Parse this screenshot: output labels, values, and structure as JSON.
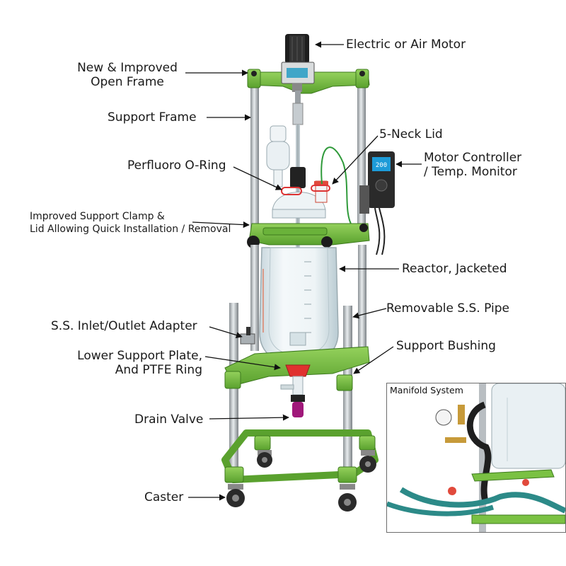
{
  "colors": {
    "frame_green": "#7ac143",
    "frame_dark": "#3d7a1e",
    "steel": "#b9bec2",
    "glass": "#dce8ec",
    "knob": "#1c1c1c",
    "drain_valve": "#a0187a",
    "ptfe_ring": "#d8262c",
    "hose_teal": "#2c8a88"
  },
  "labels": {
    "motor": "Electric or Air Motor",
    "open_frame_1": "New & Improved",
    "open_frame_2": "Open Frame",
    "support_frame": "Support Frame",
    "neck_lid": "5-Neck Lid",
    "controller_1": "Motor Controller",
    "controller_2": "/ Temp. Monitor",
    "oring": "Perfluoro O-Ring",
    "clamp_1": "Improved Support Clamp &",
    "clamp_2": "Lid Allowing Quick Installation / Removal",
    "reactor": "Reactor, Jacketed",
    "ss_adapter": "S.S. Inlet/Outlet Adapter",
    "ss_pipe": "Removable S.S. Pipe",
    "support_bushing": "Support Bushing",
    "lower_plate_1": "Lower Support Plate,",
    "lower_plate_2": "And PTFE Ring",
    "drain_valve": "Drain Valve",
    "caster": "Caster"
  },
  "inset": {
    "title": "Manifold System"
  },
  "controller_display": "200"
}
